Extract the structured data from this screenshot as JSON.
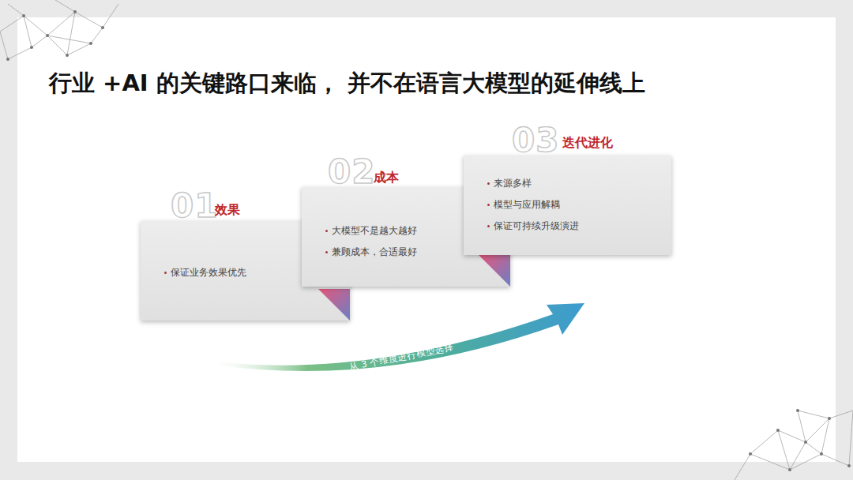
{
  "diagram": {
    "title": "行业 +AI 的关键路口来临， 并不在语言大模型的延伸线上",
    "nodes": [
      {
        "text": [
          "01",
          "效果",
          "保证业务效果优先"
        ]
      },
      {
        "text": [
          "02",
          "成本",
          "大模型不是越大越好",
          "兼顾成本，合适最好"
        ]
      },
      {
        "text": [
          "03",
          "迭代进化",
          "来源多样",
          "模型与应用解耦",
          "保证可持续升级演进"
        ]
      }
    ],
    "labels": [
      "从 3 个维度进行模型选择"
    ]
  }
}
